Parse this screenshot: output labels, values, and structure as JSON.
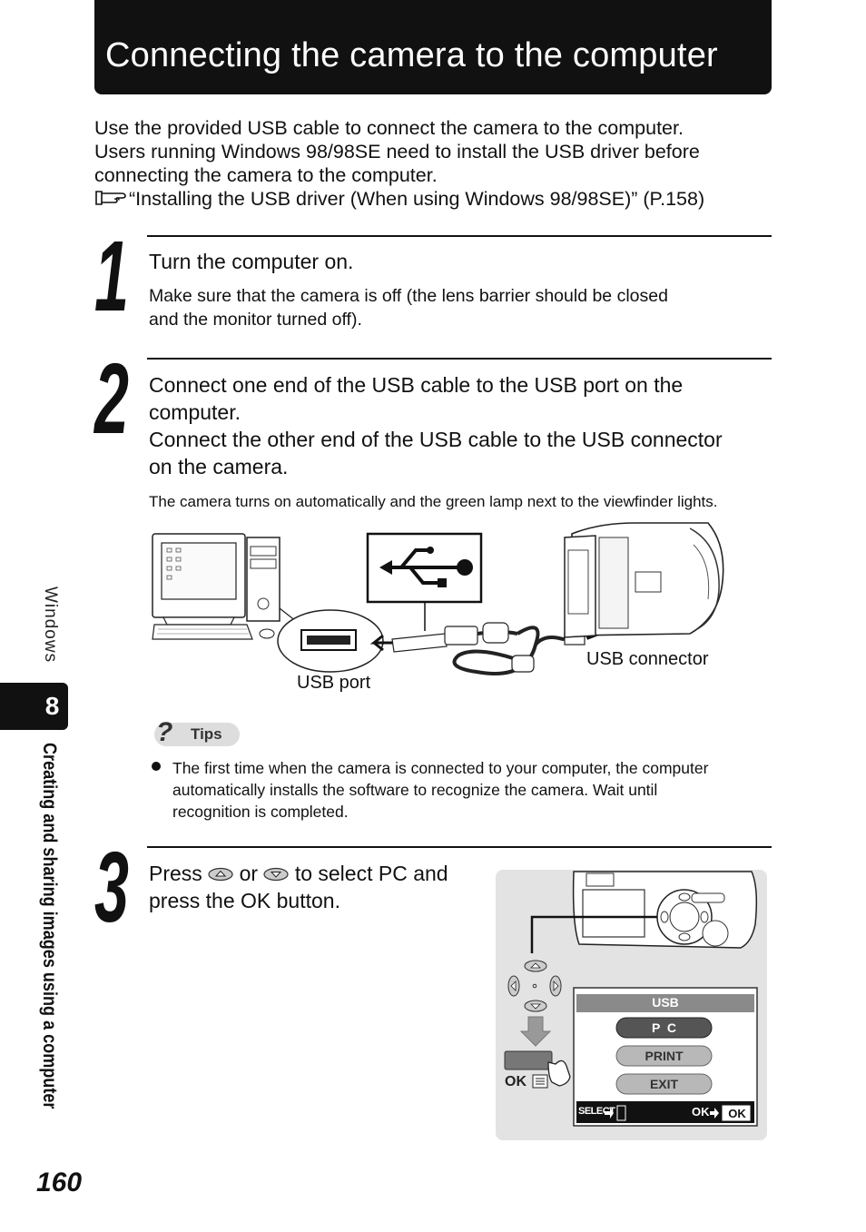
{
  "header": {
    "title": "Connecting the camera to the computer"
  },
  "intro": {
    "lines": [
      "Use the provided USB cable to connect the camera to the computer.",
      "Users running Windows 98/98SE need to install the USB driver before",
      "connecting the camera to the computer."
    ],
    "reference": "“Installing the USB driver (When using Windows 98/98SE)” (P.158)"
  },
  "steps": [
    {
      "number": "1",
      "main": [
        "Turn the computer on."
      ],
      "sub": [
        "Make sure that the camera is off (the lens barrier should be closed",
        "and the monitor turned off)."
      ]
    },
    {
      "number": "2",
      "main": [
        "Connect one end of the USB cable to the USB port on the",
        "computer.",
        "Connect the other end of the USB cable to the USB connector",
        "on the camera."
      ],
      "note": "The camera turns on automatically and the green lamp next to the viewfinder lights."
    },
    {
      "number": "3",
      "line1_a": "Press",
      "line1_b": "or",
      "line1_c": "to select PC and",
      "line2": "press the OK button."
    }
  ],
  "diagram": {
    "usb_port_label": "USB port",
    "usb_connector_label": "USB connector"
  },
  "tips": {
    "label": "Tips",
    "items": [
      [
        "The first time when the camera is connected to your computer, the computer",
        "automatically installs the software to recognize the camera. Wait until",
        "recognition is completed."
      ]
    ]
  },
  "camera_menu": {
    "title": "USB",
    "options": [
      "P  C",
      "PRINT",
      "EXIT"
    ],
    "selected": "P  C",
    "footer_select": "SELECT",
    "footer_ok": "OK",
    "footer_ok_box": "OK",
    "ok_button_label": "OK"
  },
  "sidebar": {
    "section": "Windows",
    "chapter_number": "8",
    "chapter_title": "Creating and sharing images using a computer"
  },
  "page_number": "160"
}
